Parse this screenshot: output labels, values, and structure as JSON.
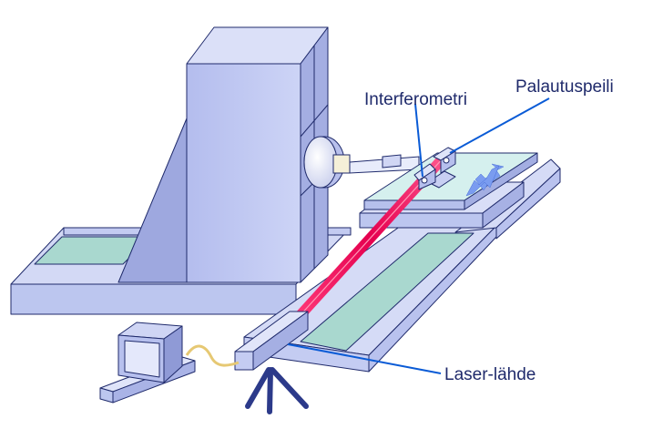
{
  "labels": {
    "interferometer": "Interferometri",
    "retroreflector": "Palautuspeili",
    "laser_source": "Laser-lähde"
  },
  "colors": {
    "machine_face": "#bcc6ef",
    "machine_side": "#9aa4dc",
    "machine_top": "#d9def7",
    "outline": "#1f2a6b",
    "rail_green": "#a9d8cf",
    "laser_beam": "#e5004f",
    "leader_line": "#0a5bd6",
    "arrow": "#7a9cf0",
    "cable": "#e6c873"
  }
}
